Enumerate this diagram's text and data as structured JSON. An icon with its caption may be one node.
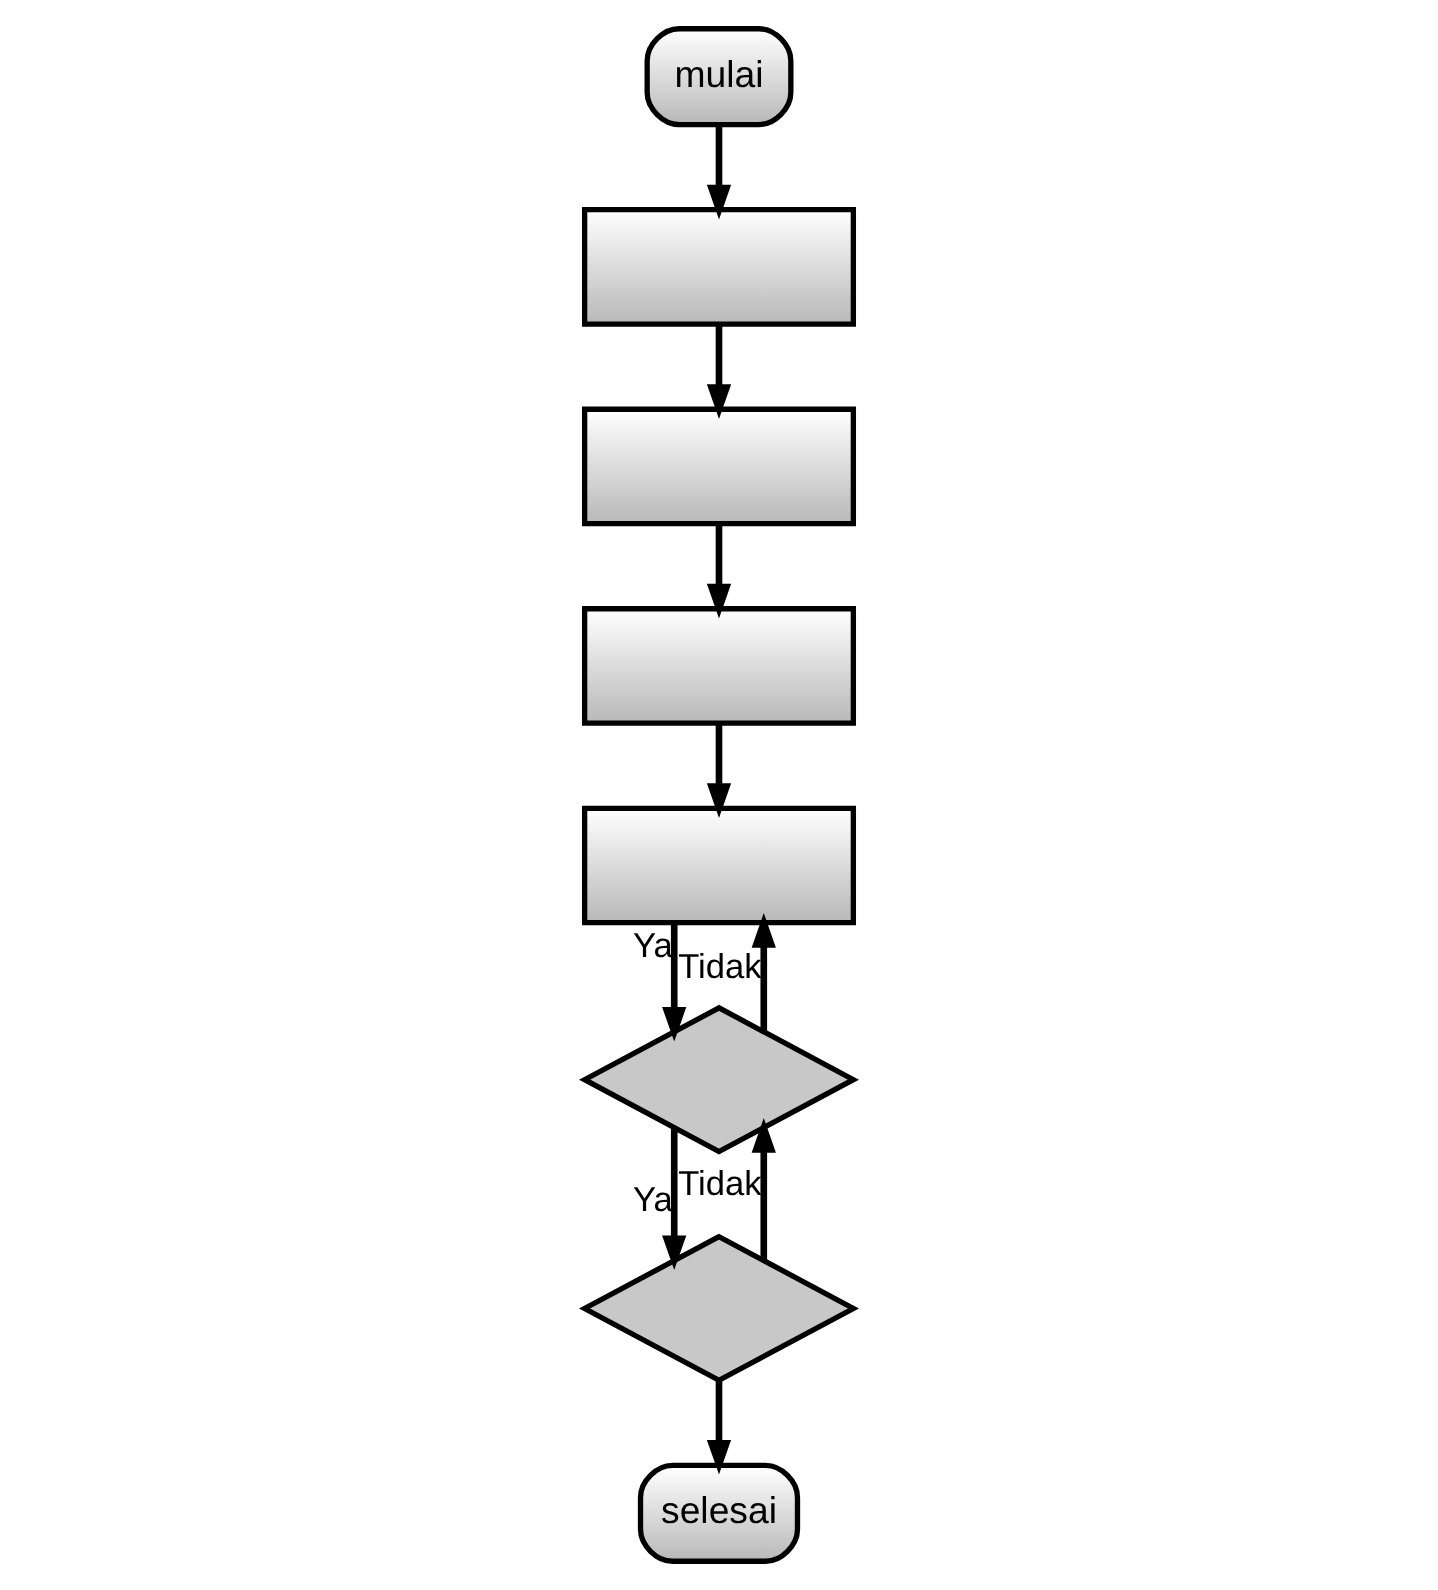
{
  "diagram": {
    "nodes": [
      {
        "text": [
          "mulai"
        ]
      },
      {
        "text": [],
        "shape": "box"
      },
      {
        "text": [],
        "shape": "box"
      },
      {
        "text": [],
        "shape": "box"
      },
      {
        "text": [],
        "shape": "box"
      },
      {
        "text": [],
        "shape": "diamond"
      },
      {
        "text": [],
        "shape": "diamond"
      },
      {
        "text": [
          "selesai"
        ]
      }
    ],
    "edges": [
      {
        "from": 0,
        "to": 1,
        "arrow": "to"
      },
      {
        "from": 1,
        "to": 2,
        "arrow": "to"
      },
      {
        "from": 2,
        "to": 3,
        "arrow": "to"
      },
      {
        "from": 3,
        "to": 4,
        "arrow": "to"
      },
      {
        "from": 4,
        "to": 5,
        "arrow": "to",
        "label": "Ya"
      },
      {
        "from": 5,
        "to": 4,
        "arrow": "to",
        "label": "Tidak"
      },
      {
        "from": 5,
        "to": 6,
        "arrow": "to",
        "label": "Ya"
      },
      {
        "from": 6,
        "to": 5,
        "arrow": "to",
        "label": "Tidak"
      },
      {
        "from": 6,
        "to": 7,
        "arrow": "to"
      }
    ]
  }
}
